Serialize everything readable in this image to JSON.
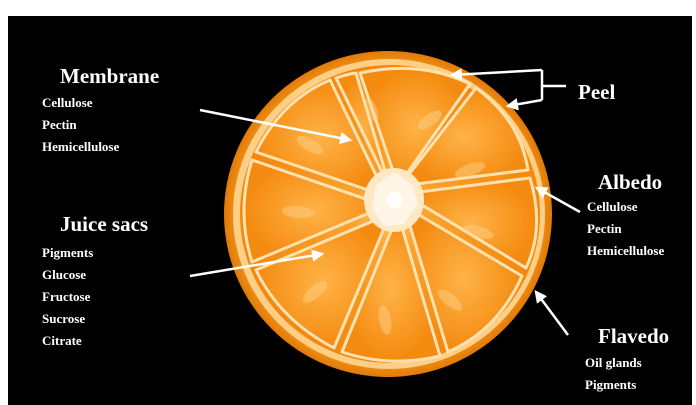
{
  "labels": {
    "membrane": {
      "title": "Membrane",
      "items": [
        "Cellulose",
        "Pectin",
        "Hemicellulose"
      ]
    },
    "juice_sacs": {
      "title": "Juice sacs",
      "items": [
        "Pigments",
        "Glucose",
        "Fructose",
        "Sucrose",
        "Citrate"
      ]
    },
    "peel": {
      "title": "Peel"
    },
    "albedo": {
      "title": "Albedo",
      "items": [
        "Cellulose",
        "Pectin",
        "Hemicellulose"
      ]
    },
    "flavedo": {
      "title": "Flavedo",
      "items": [
        "Oil glands",
        "Pigments"
      ]
    }
  },
  "colors": {
    "background": "#000000",
    "peel": "#f08a0a",
    "albedo": "#ffd79a",
    "flesh": "#f7931a",
    "text": "#ffffff",
    "arrow": "#ffffff"
  }
}
